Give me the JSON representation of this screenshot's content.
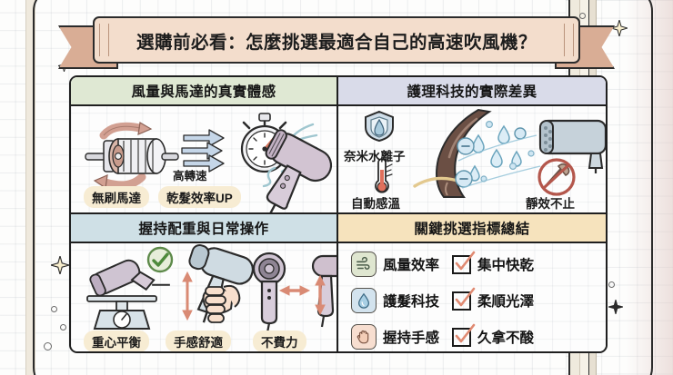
{
  "title": {
    "text": "選購前必看：怎麼挑選最適合自己的高速吹風機？"
  },
  "quadrants": [
    {
      "id": "airflow-motor",
      "header": "風量與馬達的真實體感",
      "header_color": "#dfe8d3",
      "labels": [
        {
          "name": "brushless-motor",
          "text": "無刷馬達",
          "style": "pill"
        },
        {
          "name": "high-rpm",
          "text": "高轉速",
          "style": "plain"
        },
        {
          "name": "drying-efficiency-up",
          "text": "乾髮效率UP",
          "style": "pill"
        }
      ],
      "icons": [
        "motor-rotor-icon",
        "rotation-arrow-icon",
        "airflow-arrows-icon",
        "stopwatch-icon",
        "hair-dryer-icon",
        "air-stream-icon"
      ]
    },
    {
      "id": "care-technology",
      "header": "護理科技的實際差異",
      "header_color": "#d9dbe9",
      "labels": [
        {
          "name": "nano-water-ion",
          "text": "奈米水離子",
          "style": "plain"
        },
        {
          "name": "auto-temperature",
          "text": "自動感溫",
          "style": "plain"
        },
        {
          "name": "quiet-effect",
          "text": "靜效不止",
          "style": "plain"
        }
      ],
      "icons": [
        "shield-icon",
        "thermometer-icon",
        "hair-strand-icon",
        "water-droplet-icon",
        "ion-bubble-icon",
        "dryer-nozzle-icon",
        "no-noise-icon"
      ]
    },
    {
      "id": "grip-balance",
      "header": "握持配重與日常操作",
      "header_color": "#cfe0e6",
      "labels": [
        {
          "name": "center-of-gravity-balance",
          "text": "重心平衡",
          "style": "pill"
        },
        {
          "name": "comfortable-grip",
          "text": "手感舒適",
          "style": "pill"
        },
        {
          "name": "effortless",
          "text": "不費力",
          "style": "pill"
        }
      ],
      "icons": [
        "balance-scale-icon",
        "check-circle-icon",
        "hand-holding-dryer-icon",
        "up-down-arrow-icon",
        "left-right-arrow-icon"
      ]
    },
    {
      "id": "key-summary",
      "header": "關鍵挑選指標總結",
      "header_color": "#f6e3bd",
      "summary": {
        "features": [
          {
            "icon": "wind-icon",
            "icon_color": "#dfe6d0",
            "text": "風量效率"
          },
          {
            "icon": "droplet-icon",
            "icon_color": "#d3e3ee",
            "text": "護髮科技"
          },
          {
            "icon": "hand-icon",
            "icon_color": "#f7ded0",
            "text": "握持手感"
          }
        ],
        "checks": [
          {
            "icon": "checkbox-checked-icon",
            "text": "集中快乾"
          },
          {
            "icon": "checkbox-checked-icon",
            "text": "柔順光澤"
          },
          {
            "icon": "checkbox-checked-icon",
            "text": "久拿不酸"
          }
        ]
      }
    }
  ],
  "colors": {
    "ribbon_band": "#f3ddcc",
    "ribbon_tail": "#d9ad95",
    "pill_bg": "#f7ecd3",
    "ink": "#1f1f1f",
    "check_mark": "#e08a72",
    "dryer_pink": "#cfc0ce",
    "dryer_blue": "#c3ced6"
  }
}
